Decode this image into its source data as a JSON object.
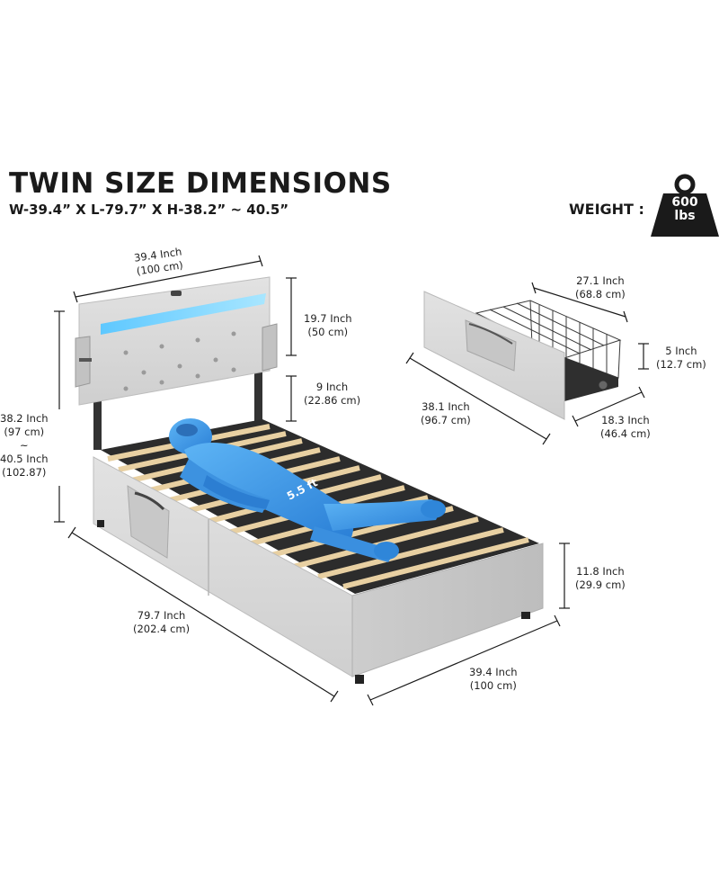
{
  "header": {
    "title": "TWIN SIZE DIMENSIONS",
    "subtitle": "W-39.4” X L-79.7” X H-38.2” ~ 40.5”",
    "weight_label": "WEIGHT :",
    "weight_value": "600",
    "weight_unit": "lbs"
  },
  "bed_dimensions": {
    "head_width": {
      "inch": "39.4 Inch",
      "cm": "(100 cm)"
    },
    "headboard_height": {
      "inch": "19.7 Inch",
      "cm": "(50 cm)"
    },
    "headboard_gap": {
      "inch": "9 Inch",
      "cm": "(22.86 cm)"
    },
    "total_height": {
      "inch": "38.2 Inch",
      "cm": "(97 cm)",
      "sep": "~",
      "inch2": "40.5 Inch",
      "cm2": "(102.87)"
    },
    "length": {
      "inch": "79.7 Inch",
      "cm": "(202.4 cm)"
    },
    "foot_width": {
      "inch": "39.4 Inch",
      "cm": "(100 cm)"
    },
    "frame_height": {
      "inch": "11.8 Inch",
      "cm": "(29.9 cm)"
    },
    "figure_height": "5.5 ft"
  },
  "drawer_dimensions": {
    "length": {
      "inch": "27.1 Inch",
      "cm": "(68.8 cm)"
    },
    "height": {
      "inch": "5 Inch",
      "cm": "(12.7 cm)"
    },
    "front_width": {
      "inch": "38.1 Inch",
      "cm": "(96.7 cm)"
    },
    "depth": {
      "inch": "18.3 Inch",
      "cm": "(46.4 cm)"
    }
  },
  "colors": {
    "upholstery": "#d8d8d8",
    "slats": "#e9d3aa",
    "led": "#6fd3ff",
    "figure": "#3f9be8",
    "text": "#1a1a1a"
  }
}
